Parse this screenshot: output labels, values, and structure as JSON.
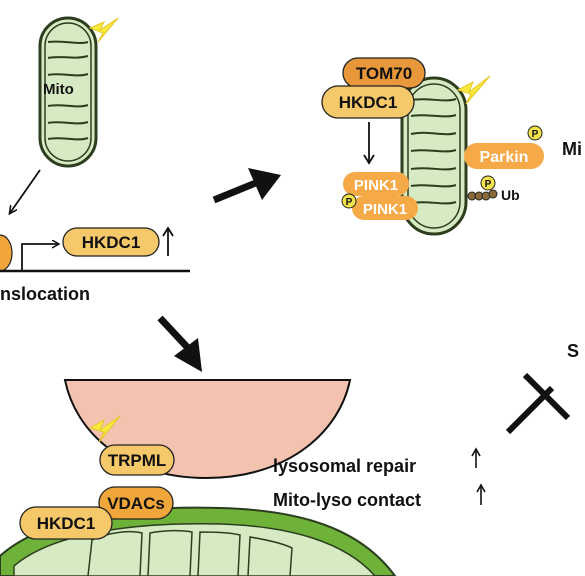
{
  "mito_label": "Mito",
  "tom70": "TOM70",
  "hkdc1": "HKDC1",
  "pink1": "PINK1",
  "parkin": "Parkin",
  "p": "P",
  "ub": "Ub",
  "mi_cut": "Mi",
  "s_cut": "S",
  "translocation_cut": "nslocation",
  "trpml": "TRPML",
  "vdacs": "VDACs",
  "lysosomal_repair": "lysosomal repair",
  "mito_lyso_contact": "Mito-lyso contact",
  "colors": {
    "mito_fill": "#d6ebc4",
    "mito_stroke": "#2d3e1e",
    "mito_outline_green": "#6fb23a",
    "pill_fill": "#f5c86a",
    "pill_dark": "#e8973a",
    "lysosome": "#f4c3b0",
    "lightning": "#f7ea3a"
  }
}
